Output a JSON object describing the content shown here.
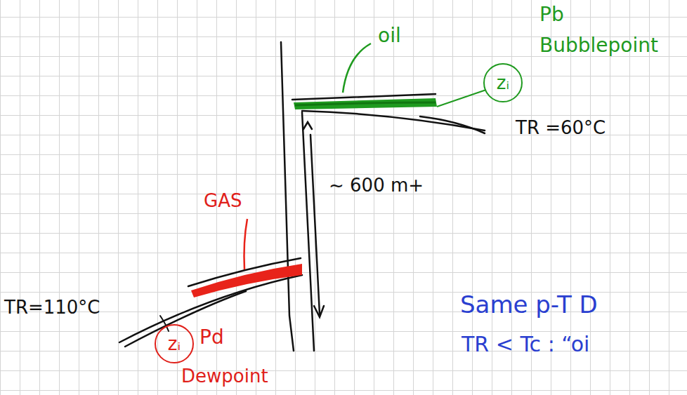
{
  "diagram": {
    "nodes": [
      {
        "text": [
          "zᵢ"
        ]
      },
      {
        "text": [
          "zᵢ"
        ]
      }
    ],
    "labels": [
      "oil",
      "Pb",
      "Bubblepoint",
      "TR =60°C",
      "~ 600 m+",
      "GAS",
      "TR=110°C",
      "Pd",
      "Dewpoint",
      "Same p-T D",
      "TR < Tc : “oi"
    ]
  }
}
